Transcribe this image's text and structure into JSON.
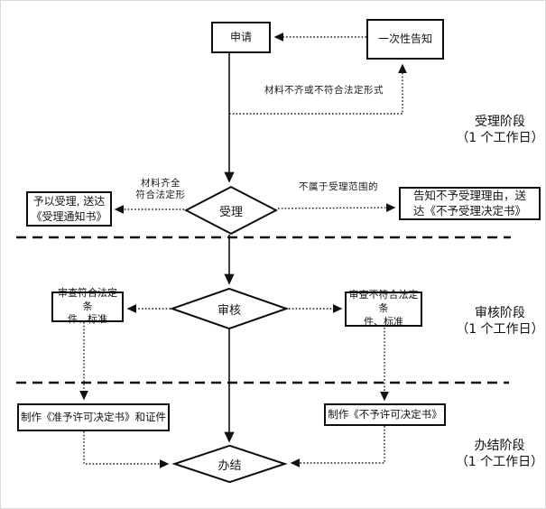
{
  "colors": {
    "line": "#1a1a1a",
    "background": "#ffffff",
    "node_border": "#0d0d0d"
  },
  "nodes": {
    "apply": {
      "label": "申请"
    },
    "notice": {
      "label": "一次性告知"
    },
    "accept": {
      "label": "受理"
    },
    "accept_grant": {
      "lines": [
        "予以受理, 送达",
        "《受理通知书》"
      ]
    },
    "accept_reject": {
      "lines": [
        "告知不予受理理由，送",
        "达《不予受理决定书》"
      ]
    },
    "review": {
      "label": "审核"
    },
    "review_pass": {
      "lines": [
        "审查符合法定条",
        "件、标准"
      ]
    },
    "review_fail": {
      "lines": [
        "审查不符合法定条",
        "件、标准"
      ]
    },
    "make_grant": {
      "label": "制作《准予许可决定书》和证件"
    },
    "make_reject": {
      "label": "制作《不予许可决定书》"
    },
    "finish": {
      "label": "办结"
    }
  },
  "edge_labels": {
    "incomplete": "材料不齐或不符合法定形式",
    "ok_line1": "材料齐全",
    "ok_line2": "符合法定形",
    "not_in_scope": "不属于受理范围的"
  },
  "stages": [
    {
      "name": "受理阶段",
      "duration": "（1 个工作日）"
    },
    {
      "name": "审核阶段",
      "duration": "（1 个工作日）"
    },
    {
      "name": "办结阶段",
      "duration": "（1 个工作日）"
    }
  ]
}
